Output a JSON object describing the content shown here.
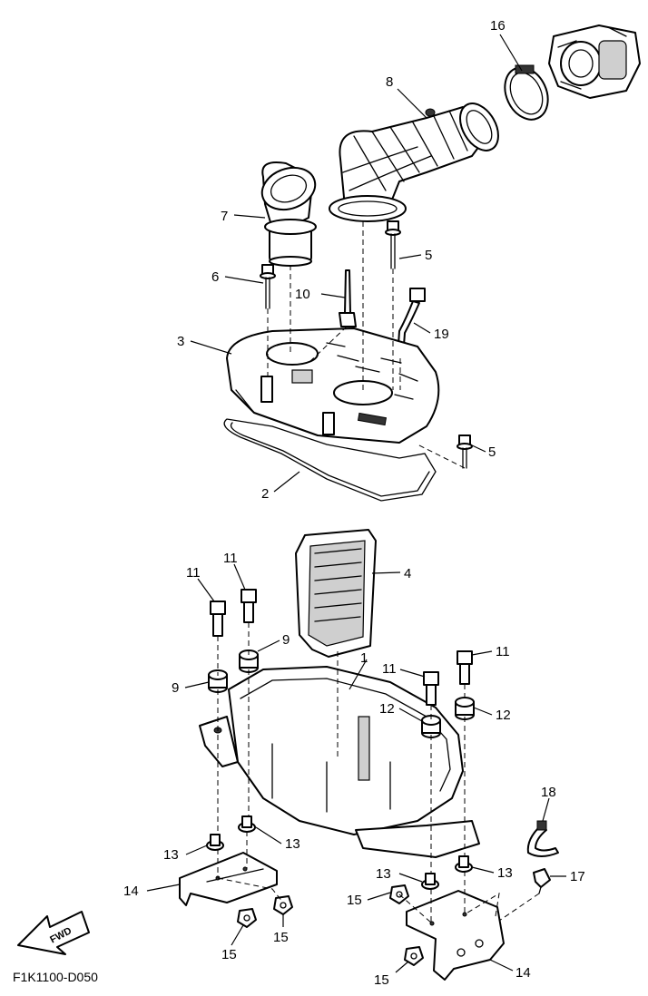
{
  "diagram_code": "F1K1100-D050",
  "fwd_label": "FWD",
  "callouts": {
    "c1": "1",
    "c2": "2",
    "c3": "3",
    "c4": "4",
    "c5a": "5",
    "c5b": "5",
    "c6": "6",
    "c7": "7",
    "c8": "8",
    "c9a": "9",
    "c9b": "9",
    "c10": "10",
    "c11a": "11",
    "c11b": "11",
    "c11c": "11",
    "c11d": "11",
    "c12a": "12",
    "c12b": "12",
    "c13a": "13",
    "c13b": "13",
    "c13c": "13",
    "c13d": "13",
    "c14a": "14",
    "c14b": "14",
    "c15a": "15",
    "c15b": "15",
    "c15c": "15",
    "c15d": "15",
    "c16": "16",
    "c17": "17",
    "c18": "18",
    "c19": "19"
  }
}
